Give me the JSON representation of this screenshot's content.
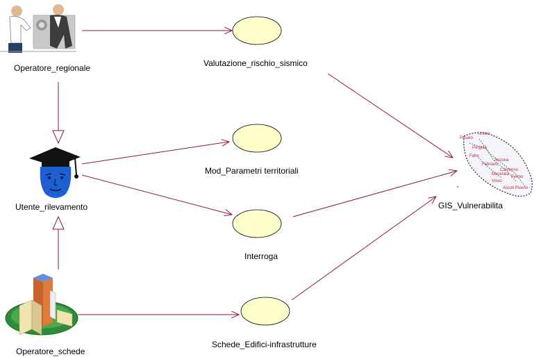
{
  "actors": {
    "operatore_regionale": "Operatore_regionale",
    "utente_rilevamento": "Utente_rilevamento",
    "operatore_schede": "Operatore_schede",
    "gis_vulnerabilita": "GIS_Vulnerabilita"
  },
  "use_cases": {
    "valutazione": "Valutazione_rischio_sismico",
    "mod_parametri": "Mod_Parametri territoriali",
    "interroga": "Interroga",
    "schede": "Schede_Edifici-infrastrutture"
  },
  "map_labels": [
    "Pesaro",
    "Urbino",
    "Pergola",
    "Fano",
    "Fabriano",
    "Ancona",
    "Macerata",
    "Camerino",
    "Visso",
    "Fermo",
    "Ascoli Piceno"
  ],
  "colors": {
    "line": "#8B1A3A",
    "usecase_fill": "#FFFFCC",
    "usecase_stroke": "#000000",
    "map_text": "#B03030"
  }
}
